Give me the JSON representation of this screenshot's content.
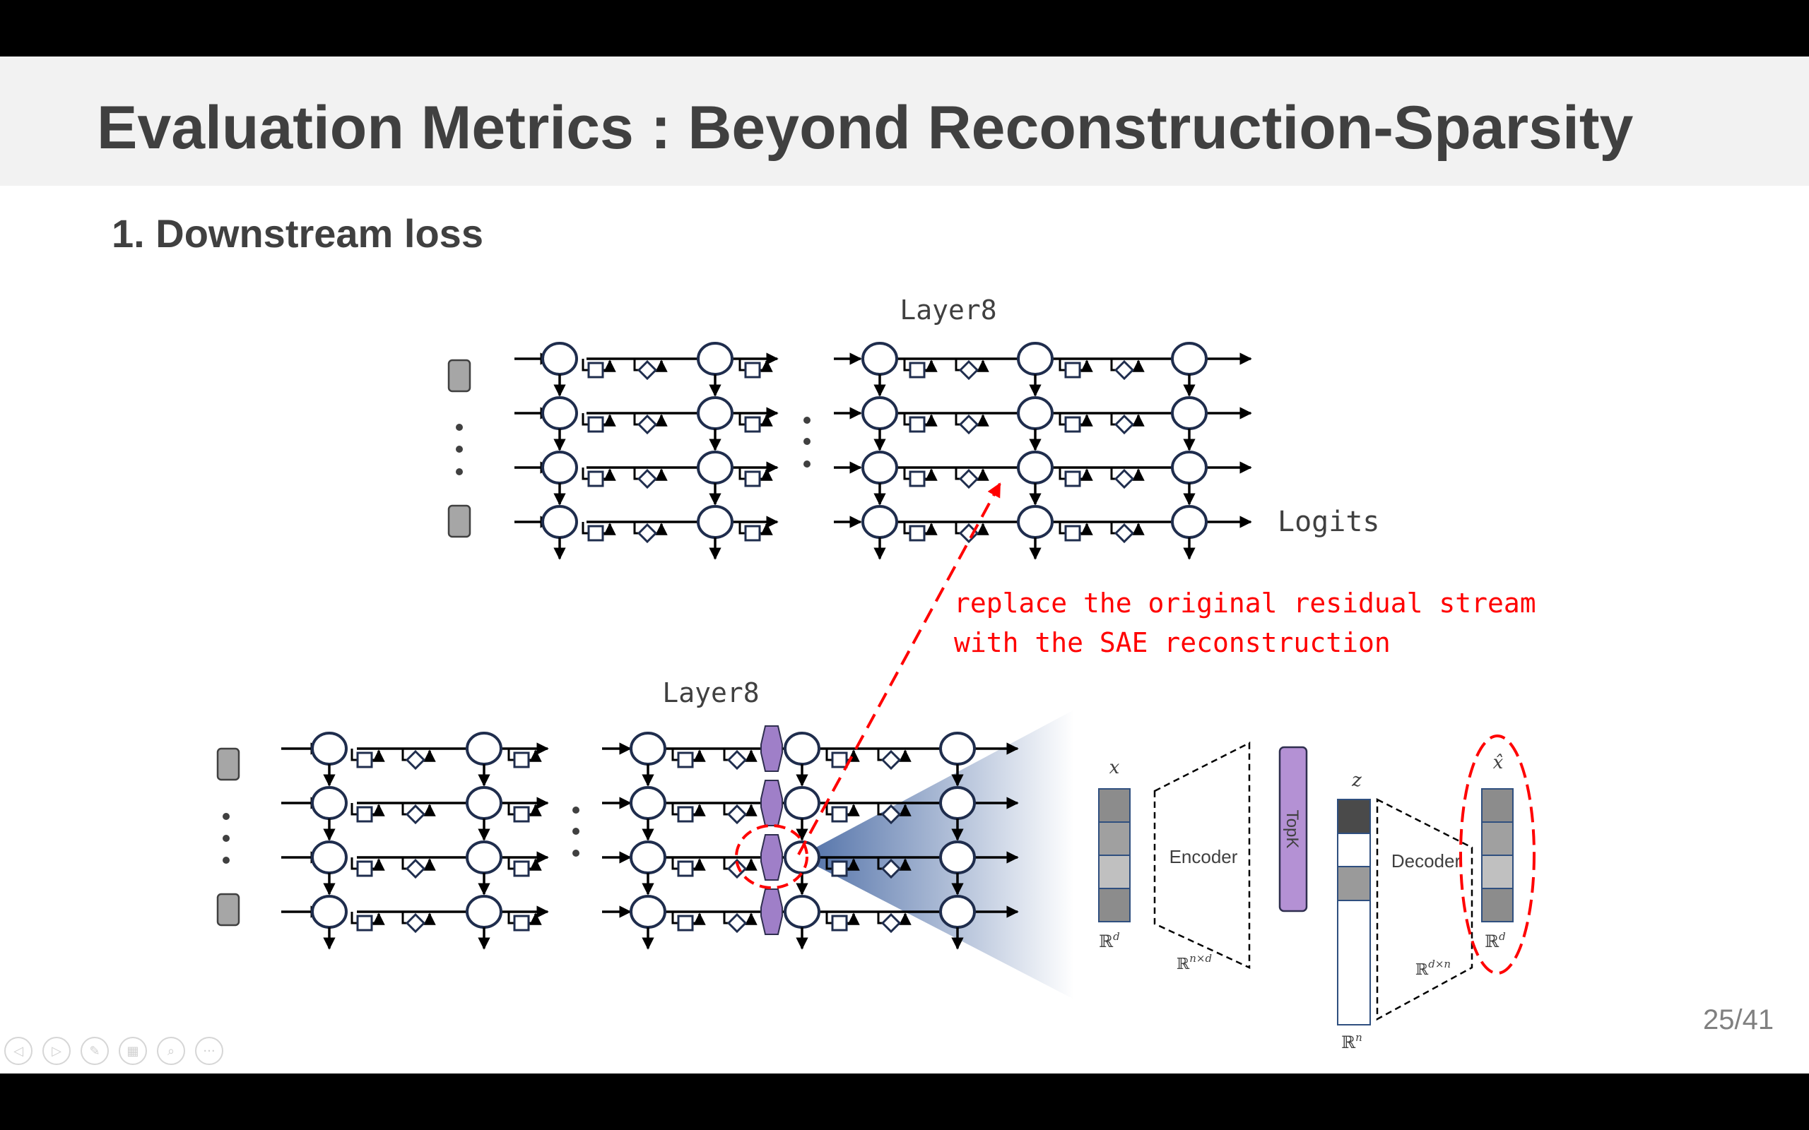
{
  "slide": {
    "title": "Evaluation Metrics : Beyond Reconstruction-Sparsity",
    "subtitle": "1. Downstream loss",
    "page_number": "25/41"
  },
  "diagram": {
    "top_layer_label": "Layer8",
    "logits_label": "Logits",
    "bottom_layer_label": "Layer8",
    "annotation_line1": "replace the original residual stream",
    "annotation_line2": "with the SAE reconstruction",
    "annotation_color": "#ff0000",
    "node_stroke_color": "#1f2d4d",
    "sae_color": "#9f7fc8",
    "sae": {
      "x_label": "x",
      "x_space": "ℝ",
      "x_space_sup": "d",
      "encoder_label": "Encoder",
      "encoder_space": "ℝ",
      "encoder_space_sup": "n×d",
      "topk_label": "TopK",
      "z_label": "z",
      "z_space": "ℝ",
      "z_space_sup": "n",
      "decoder_label": "Decoder",
      "decoder_space": "ℝ",
      "decoder_space_sup": "d×n",
      "xhat_label": "x̂",
      "xhat_space": "ℝ",
      "xhat_space_sup": "d"
    }
  },
  "nav": {
    "buttons": [
      {
        "name": "prev-slide-icon",
        "glyph": "◁"
      },
      {
        "name": "next-slide-icon",
        "glyph": "▷"
      },
      {
        "name": "pen-icon",
        "glyph": "✎"
      },
      {
        "name": "slides-grid-icon",
        "glyph": "▦"
      },
      {
        "name": "zoom-icon",
        "glyph": "⌕"
      },
      {
        "name": "more-options-icon",
        "glyph": "···"
      }
    ]
  }
}
